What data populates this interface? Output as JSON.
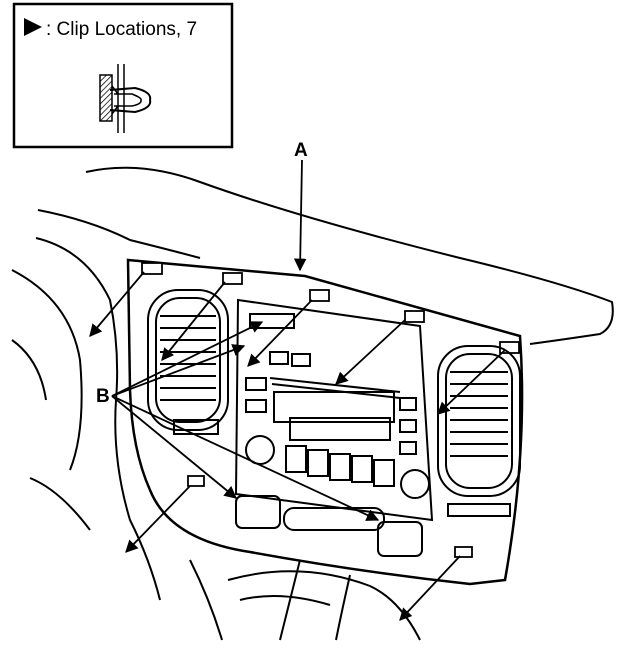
{
  "legend": {
    "text": ": Clip Locations, 7",
    "marker": "triangle-arrow-icon"
  },
  "callouts": {
    "a": "A",
    "b": "B"
  },
  "colors": {
    "ink": "#000000",
    "paper": "#ffffff"
  }
}
